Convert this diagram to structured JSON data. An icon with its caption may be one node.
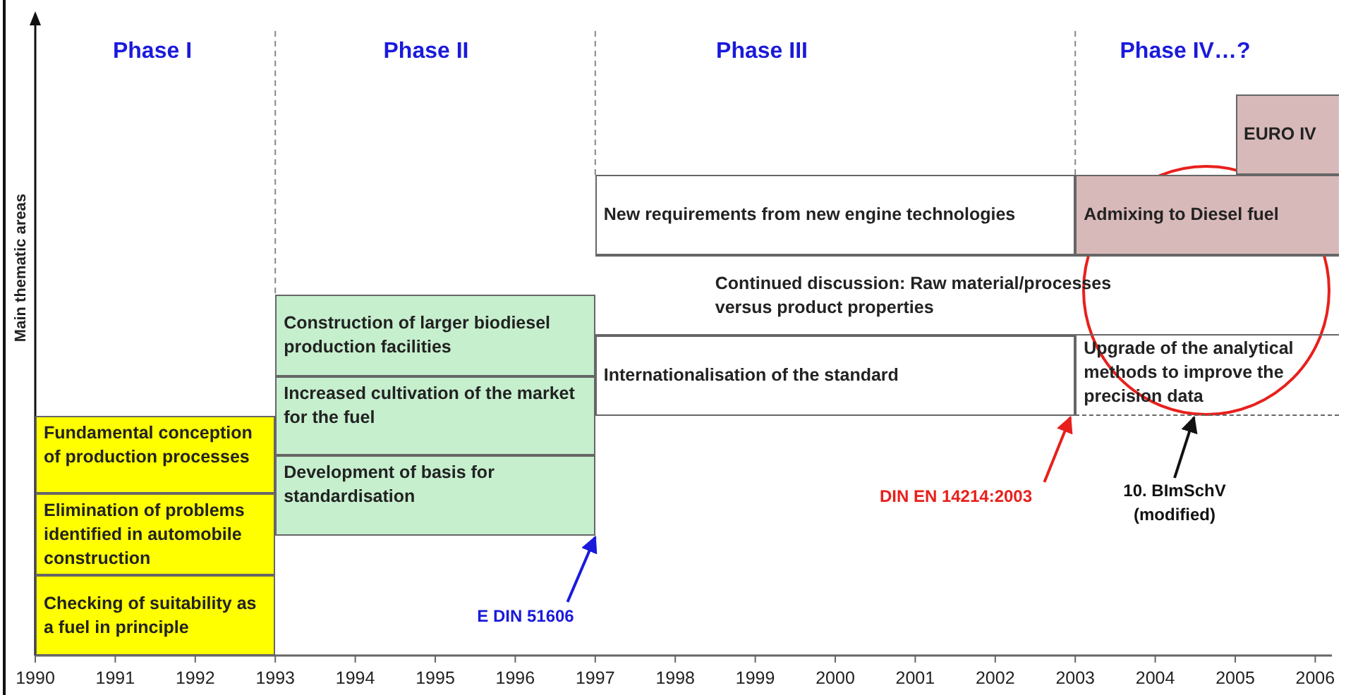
{
  "diagram": {
    "nodes": [
      {
        "text": [
          "Fundamental conception of production processes"
        ]
      },
      {
        "text": [
          "Elimination of problems identified in automobile construction"
        ]
      },
      {
        "text": [
          "Checking of suitability as a fuel in principle"
        ]
      },
      {
        "text": [
          "Construction of larger biodiesel production facilities"
        ]
      },
      {
        "text": [
          "Increased cultivation of the market for the fuel"
        ]
      },
      {
        "text": [
          "Development of basis for standardisation"
        ]
      },
      {
        "text": [
          "New requirements from new engine technologies"
        ]
      },
      {
        "text": [
          "Admixing to Diesel fuel"
        ]
      },
      {
        "text": [
          "EURO IV"
        ]
      },
      {
        "text": [
          "Continued discussion: Raw material/processes versus product properties"
        ]
      },
      {
        "text": [
          "Internationalisation of the standard"
        ]
      },
      {
        "text": [
          "Upgrade of the analytical methods to improve the precision data"
        ]
      },
      {
        "text": [
          "E DIN 51606"
        ]
      },
      {
        "text": [
          "DIN EN 14214:2003"
        ]
      },
      {
        "text": [
          "10. BImSchV (modified)"
        ]
      }
    ],
    "edges": [
      {
        "from": 12,
        "to": 5,
        "arrow": "to",
        "color": "#1a1adb"
      },
      {
        "from": 13,
        "to": 10,
        "arrow": "to",
        "color": "#e8201c"
      },
      {
        "from": 14,
        "to": 11,
        "arrow": "to",
        "color": "#111111"
      }
    ],
    "labels": [
      "Phase I",
      "Phase II",
      "Phase III",
      "Phase IV…?",
      "Main thematic areas",
      "1990",
      "1991",
      "1992",
      "1993",
      "1994",
      "1995",
      "1996",
      "1997",
      "1998",
      "1999",
      "2000",
      "2001",
      "2002",
      "2003",
      "2004",
      "2005",
      "2006"
    ]
  }
}
